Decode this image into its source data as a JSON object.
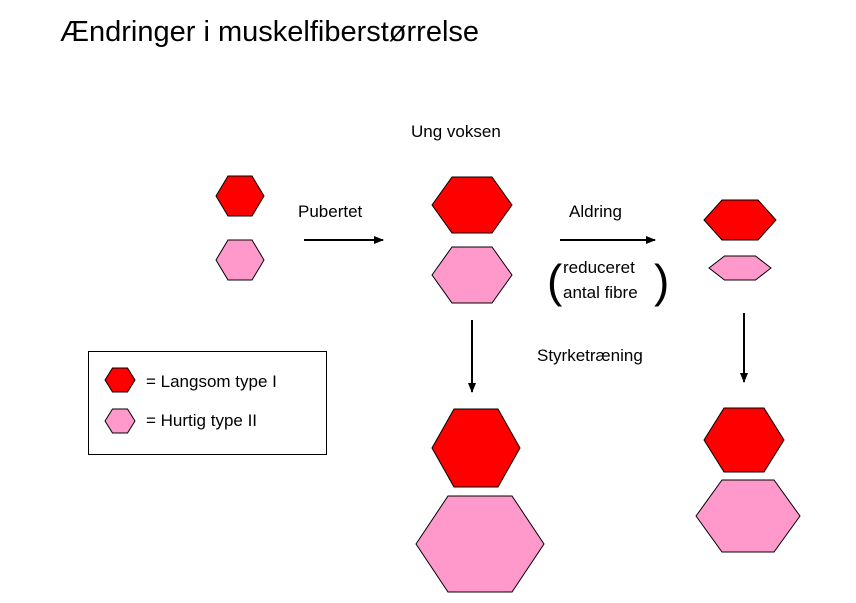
{
  "title": "Ændringer i muskelfiberstørrelse",
  "labels": {
    "young_adult": "Ung voksen",
    "puberty": "Pubertet",
    "aging": "Aldring",
    "reduced_line1": "reduceret",
    "reduced_line2": "antal fibre",
    "paren_open": "(",
    "paren_close": ")",
    "strength_training": "Styrketræning"
  },
  "legend": {
    "slow": "= Langsom type I",
    "fast": "= Hurtig type II"
  },
  "colors": {
    "type_I_fill": "#ff0000",
    "type_II_fill": "#ff99cc",
    "stroke": "#000000",
    "arrow": "#000000"
  }
}
